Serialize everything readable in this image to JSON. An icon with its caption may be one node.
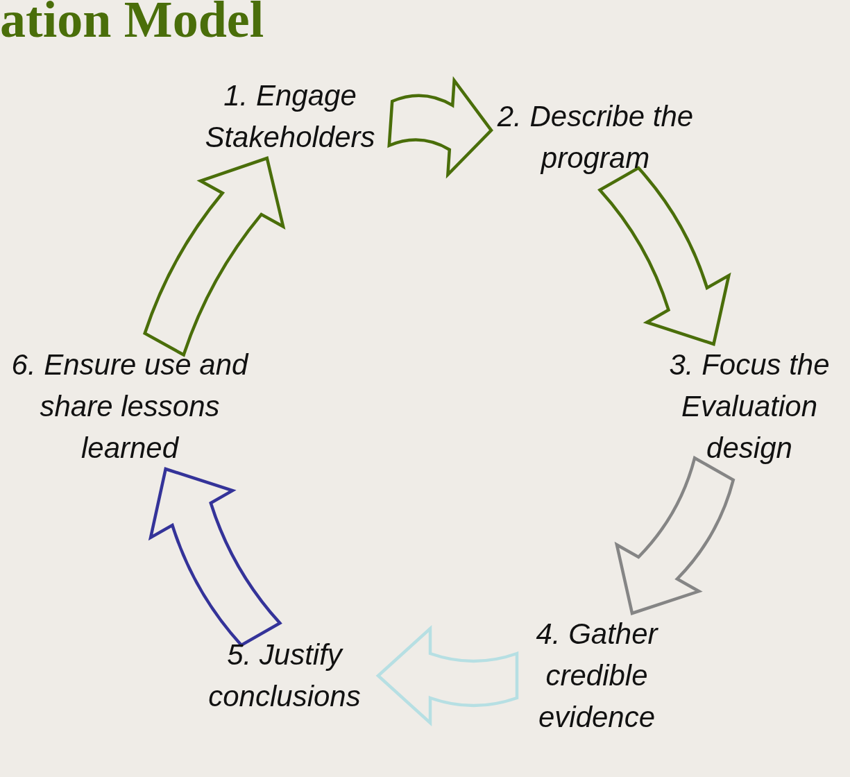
{
  "diagram": {
    "title": "ation Model",
    "nodes": [
      {
        "text": [
          "1. Engage Stakeholders"
        ]
      },
      {
        "text": [
          "2. Describe the program"
        ]
      },
      {
        "text": [
          "3. Focus the Evaluation design"
        ]
      },
      {
        "text": [
          "4. Gather credible evidence"
        ]
      },
      {
        "text": [
          "5. Justify conclusions"
        ]
      },
      {
        "text": [
          "6. Ensure use and share lessons learned"
        ]
      }
    ],
    "edges": [
      {
        "from": 0,
        "to": 1,
        "arrow": "to"
      },
      {
        "from": 1,
        "to": 2,
        "arrow": "to"
      },
      {
        "from": 2,
        "to": 3,
        "arrow": "to",
        "color": "#858585"
      },
      {
        "from": 3,
        "to": 4,
        "arrow": "to",
        "color": "#b6dfe3"
      },
      {
        "from": 4,
        "to": 5,
        "arrow": "to",
        "color": "#343399"
      },
      {
        "from": 5,
        "to": 0,
        "arrow": "to"
      }
    ]
  }
}
